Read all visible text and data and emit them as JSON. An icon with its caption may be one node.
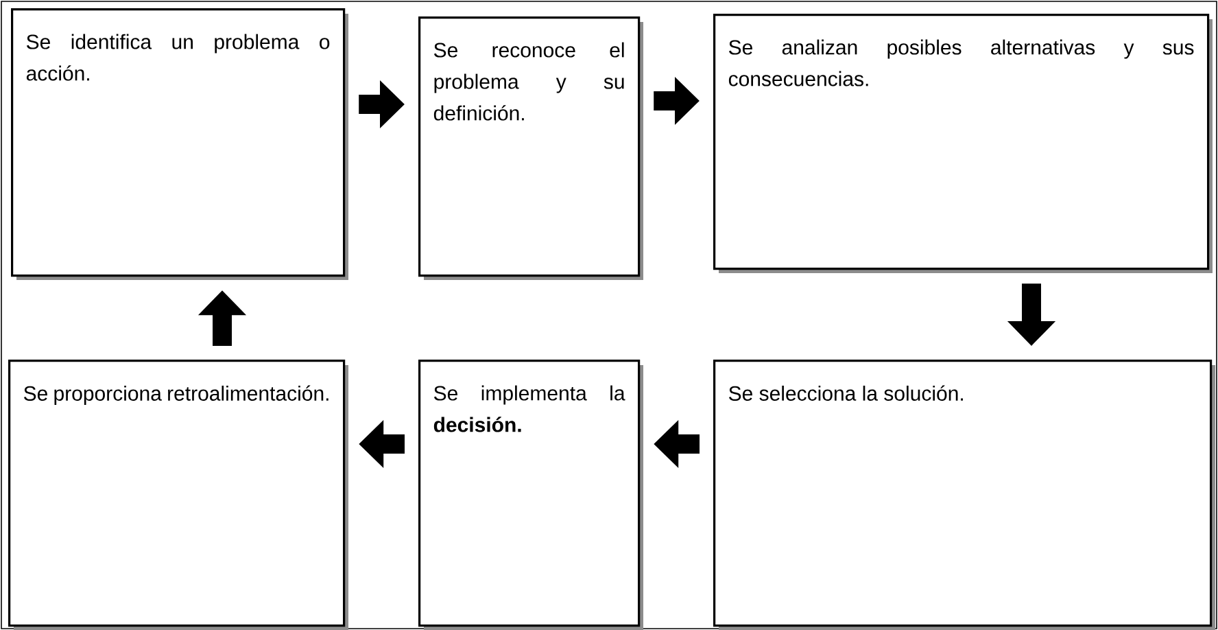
{
  "diagram": {
    "nodes": [
      {
        "text": [
          "Se identifica un problema o acción."
        ]
      },
      {
        "text": [
          "Se reconoce el problema y su definición."
        ]
      },
      {
        "text": [
          "Se analizan posibles alternativas y sus consecuencias."
        ]
      },
      {
        "text": [
          "Se proporciona retroalimentación."
        ]
      },
      {
        "text": [
          "Se implementa la **decisión.**"
        ]
      },
      {
        "text": [
          "Se selecciona la solución."
        ]
      }
    ],
    "edges": [
      {
        "from": 0,
        "to": 1,
        "arrow": "to"
      },
      {
        "from": 1,
        "to": 2,
        "arrow": "to"
      },
      {
        "from": 2,
        "to": 5,
        "arrow": "to"
      },
      {
        "from": 5,
        "to": 4,
        "arrow": "to"
      },
      {
        "from": 4,
        "to": 3,
        "arrow": "to"
      },
      {
        "from": 3,
        "to": 0,
        "arrow": "to"
      }
    ]
  }
}
